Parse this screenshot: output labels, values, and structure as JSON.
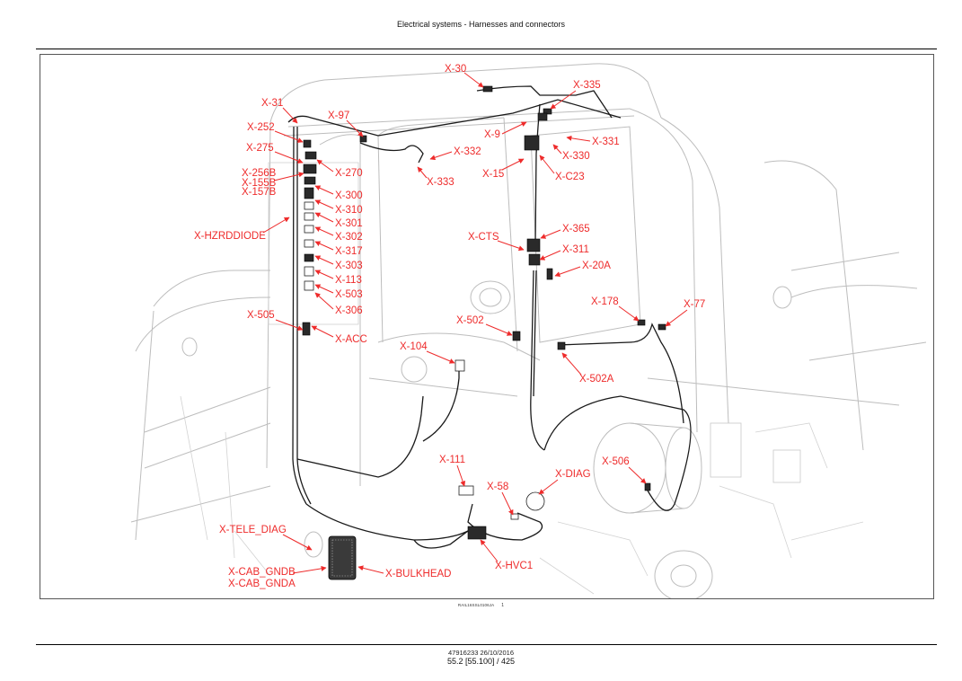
{
  "header": {
    "title": "Electrical systems - Harnesses and connectors"
  },
  "figure": {
    "id": "RAIL16SSL0106JA",
    "number": "1",
    "accent_color": "#ee2b2b",
    "callouts": [
      {
        "name": "x-30",
        "label": "X-30"
      },
      {
        "name": "x-335",
        "label": "X-335"
      },
      {
        "name": "x-31",
        "label": "X-31"
      },
      {
        "name": "x-97",
        "label": "X-97"
      },
      {
        "name": "x-252",
        "label": "X-252"
      },
      {
        "name": "x-9",
        "label": "X-9"
      },
      {
        "name": "x-331",
        "label": "X-331"
      },
      {
        "name": "x-275",
        "label": "X-275"
      },
      {
        "name": "x-332",
        "label": "X-332"
      },
      {
        "name": "x-330",
        "label": "X-330"
      },
      {
        "name": "x-256b",
        "label": "X-256B"
      },
      {
        "name": "x-155b",
        "label": "X-155B"
      },
      {
        "name": "x-157b",
        "label": "X-157B"
      },
      {
        "name": "x-270",
        "label": "X-270"
      },
      {
        "name": "x-15",
        "label": "X-15"
      },
      {
        "name": "x-c23",
        "label": "X-C23"
      },
      {
        "name": "x-333",
        "label": "X-333"
      },
      {
        "name": "x-300",
        "label": "X-300"
      },
      {
        "name": "x-310",
        "label": "X-310"
      },
      {
        "name": "x-301",
        "label": "X-301"
      },
      {
        "name": "x-hzrddiode",
        "label": "X-HZRDDIODE"
      },
      {
        "name": "x-302",
        "label": "X-302"
      },
      {
        "name": "x-365",
        "label": "X-365"
      },
      {
        "name": "x-cts",
        "label": "X-CTS"
      },
      {
        "name": "x-317",
        "label": "X-317"
      },
      {
        "name": "x-311",
        "label": "X-311"
      },
      {
        "name": "x-303",
        "label": "X-303"
      },
      {
        "name": "x-20a",
        "label": "X-20A"
      },
      {
        "name": "x-113",
        "label": "X-113"
      },
      {
        "name": "x-503",
        "label": "X-503"
      },
      {
        "name": "x-178",
        "label": "X-178"
      },
      {
        "name": "x-77",
        "label": "X-77"
      },
      {
        "name": "x-306",
        "label": "X-306"
      },
      {
        "name": "x-505",
        "label": "X-505"
      },
      {
        "name": "x-502",
        "label": "X-502"
      },
      {
        "name": "x-acc",
        "label": "X-ACC"
      },
      {
        "name": "x-104",
        "label": "X-104"
      },
      {
        "name": "x-502a",
        "label": "X-502A"
      },
      {
        "name": "x-111",
        "label": "X-111"
      },
      {
        "name": "x-506",
        "label": "X-506"
      },
      {
        "name": "x-diag",
        "label": "X-DIAG"
      },
      {
        "name": "x-58",
        "label": "X-58"
      },
      {
        "name": "x-tele-diag",
        "label": "X-TELE_DIAG"
      },
      {
        "name": "x-hvc1",
        "label": "X-HVC1"
      },
      {
        "name": "x-bulkhead",
        "label": "X-BULKHEAD"
      },
      {
        "name": "x-cab-gndb",
        "label": "X-CAB_GNDB"
      },
      {
        "name": "x-cab-gnda",
        "label": "X-CAB_GNDA"
      }
    ]
  },
  "footer": {
    "doc_ref": "47916233 26/10/2016",
    "page": "55.2 [55.100] / 425"
  }
}
